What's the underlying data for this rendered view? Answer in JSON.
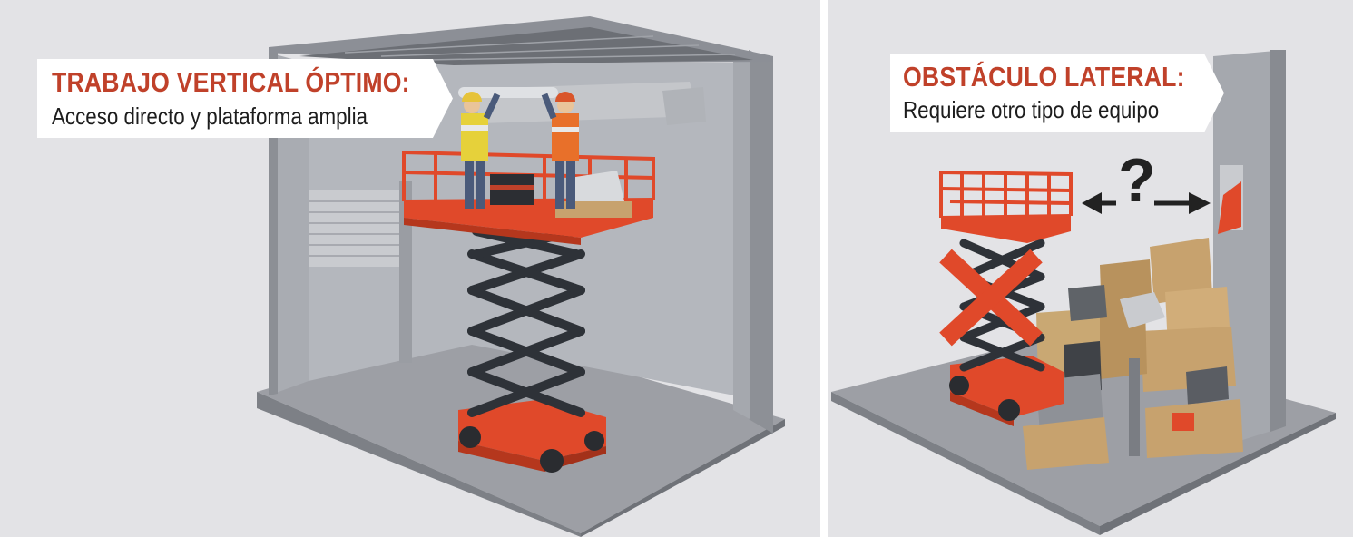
{
  "left_panel": {
    "callout": {
      "title": "TRABAJO VERTICAL ÓPTIMO:",
      "subtitle": "Acceso directo y plataforma amplia"
    }
  },
  "right_panel": {
    "callout": {
      "title": "OBSTÁCULO LATERAL:",
      "subtitle": "Requiere otro tipo de equipo"
    },
    "question_mark": "?"
  },
  "colors": {
    "accent_red": "#c0412a",
    "lift_orange": "#e0492a",
    "scissor_dark": "#2e3238",
    "wall_grey": "#a8abb2",
    "floor_grey": "#9d9fa5",
    "crate_tan": "#c7a26e"
  }
}
